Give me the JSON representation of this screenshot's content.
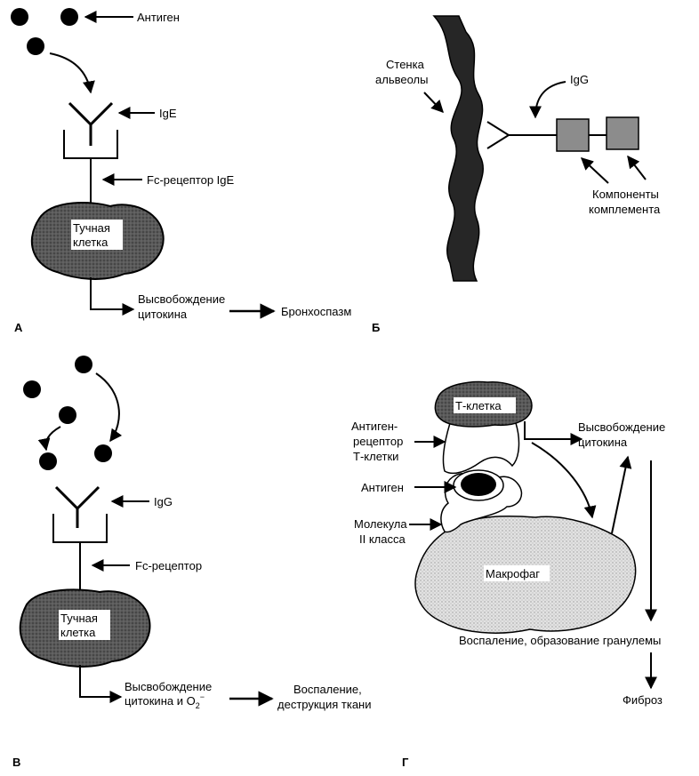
{
  "colors": {
    "ink": "#000000",
    "cell_dark": "#5a5a5a",
    "cell_light": "#dcdcdc",
    "complement_fill": "#8c8c8c",
    "wall": "#262626",
    "paper": "#ffffff"
  },
  "panel_a": {
    "letter": "А",
    "antigen_label": "Антиген",
    "ige_label": "IgE",
    "receptor_label": "Fc-рецептор IgE",
    "cell_line1": "Тучная",
    "cell_line2": "клетка",
    "release_line1": "Высвобождение",
    "release_line2": "цитокина",
    "outcome_label": "Бронхоспазм"
  },
  "panel_b": {
    "letter": "Б",
    "wall_line1": "Стенка",
    "wall_line2": "альвеолы",
    "igg_label": "IgG",
    "complement_line1": "Компоненты",
    "complement_line2": "комплемента"
  },
  "panel_v": {
    "letter": "В",
    "igg_label": "IgG",
    "receptor_label": "Fc-рецептор",
    "cell_line1": "Тучная",
    "cell_line2": "клетка",
    "release_line1": "Высвобождение",
    "release_line2_prefix": "цитокина и O",
    "release_sub": "2",
    "release_sup": "−",
    "outcome_line1": "Воспаление,",
    "outcome_line2": "деструкция ткани"
  },
  "panel_g": {
    "letter": "Г",
    "tcell_label": "Т-клетка",
    "tcr_line1": "Антиген-",
    "tcr_line2": "рецептор",
    "tcr_line3": "Т-клетки",
    "antigen_label": "Антиген",
    "mhc_line1": "Молекула",
    "mhc_line2": "II класса",
    "macrophage_label": "Макрофаг",
    "release_line1": "Высвобождение",
    "release_line2": "цитокина",
    "inflammation_label": "Воспаление, образование гранулемы",
    "fibrosis_label": "Фиброз"
  }
}
